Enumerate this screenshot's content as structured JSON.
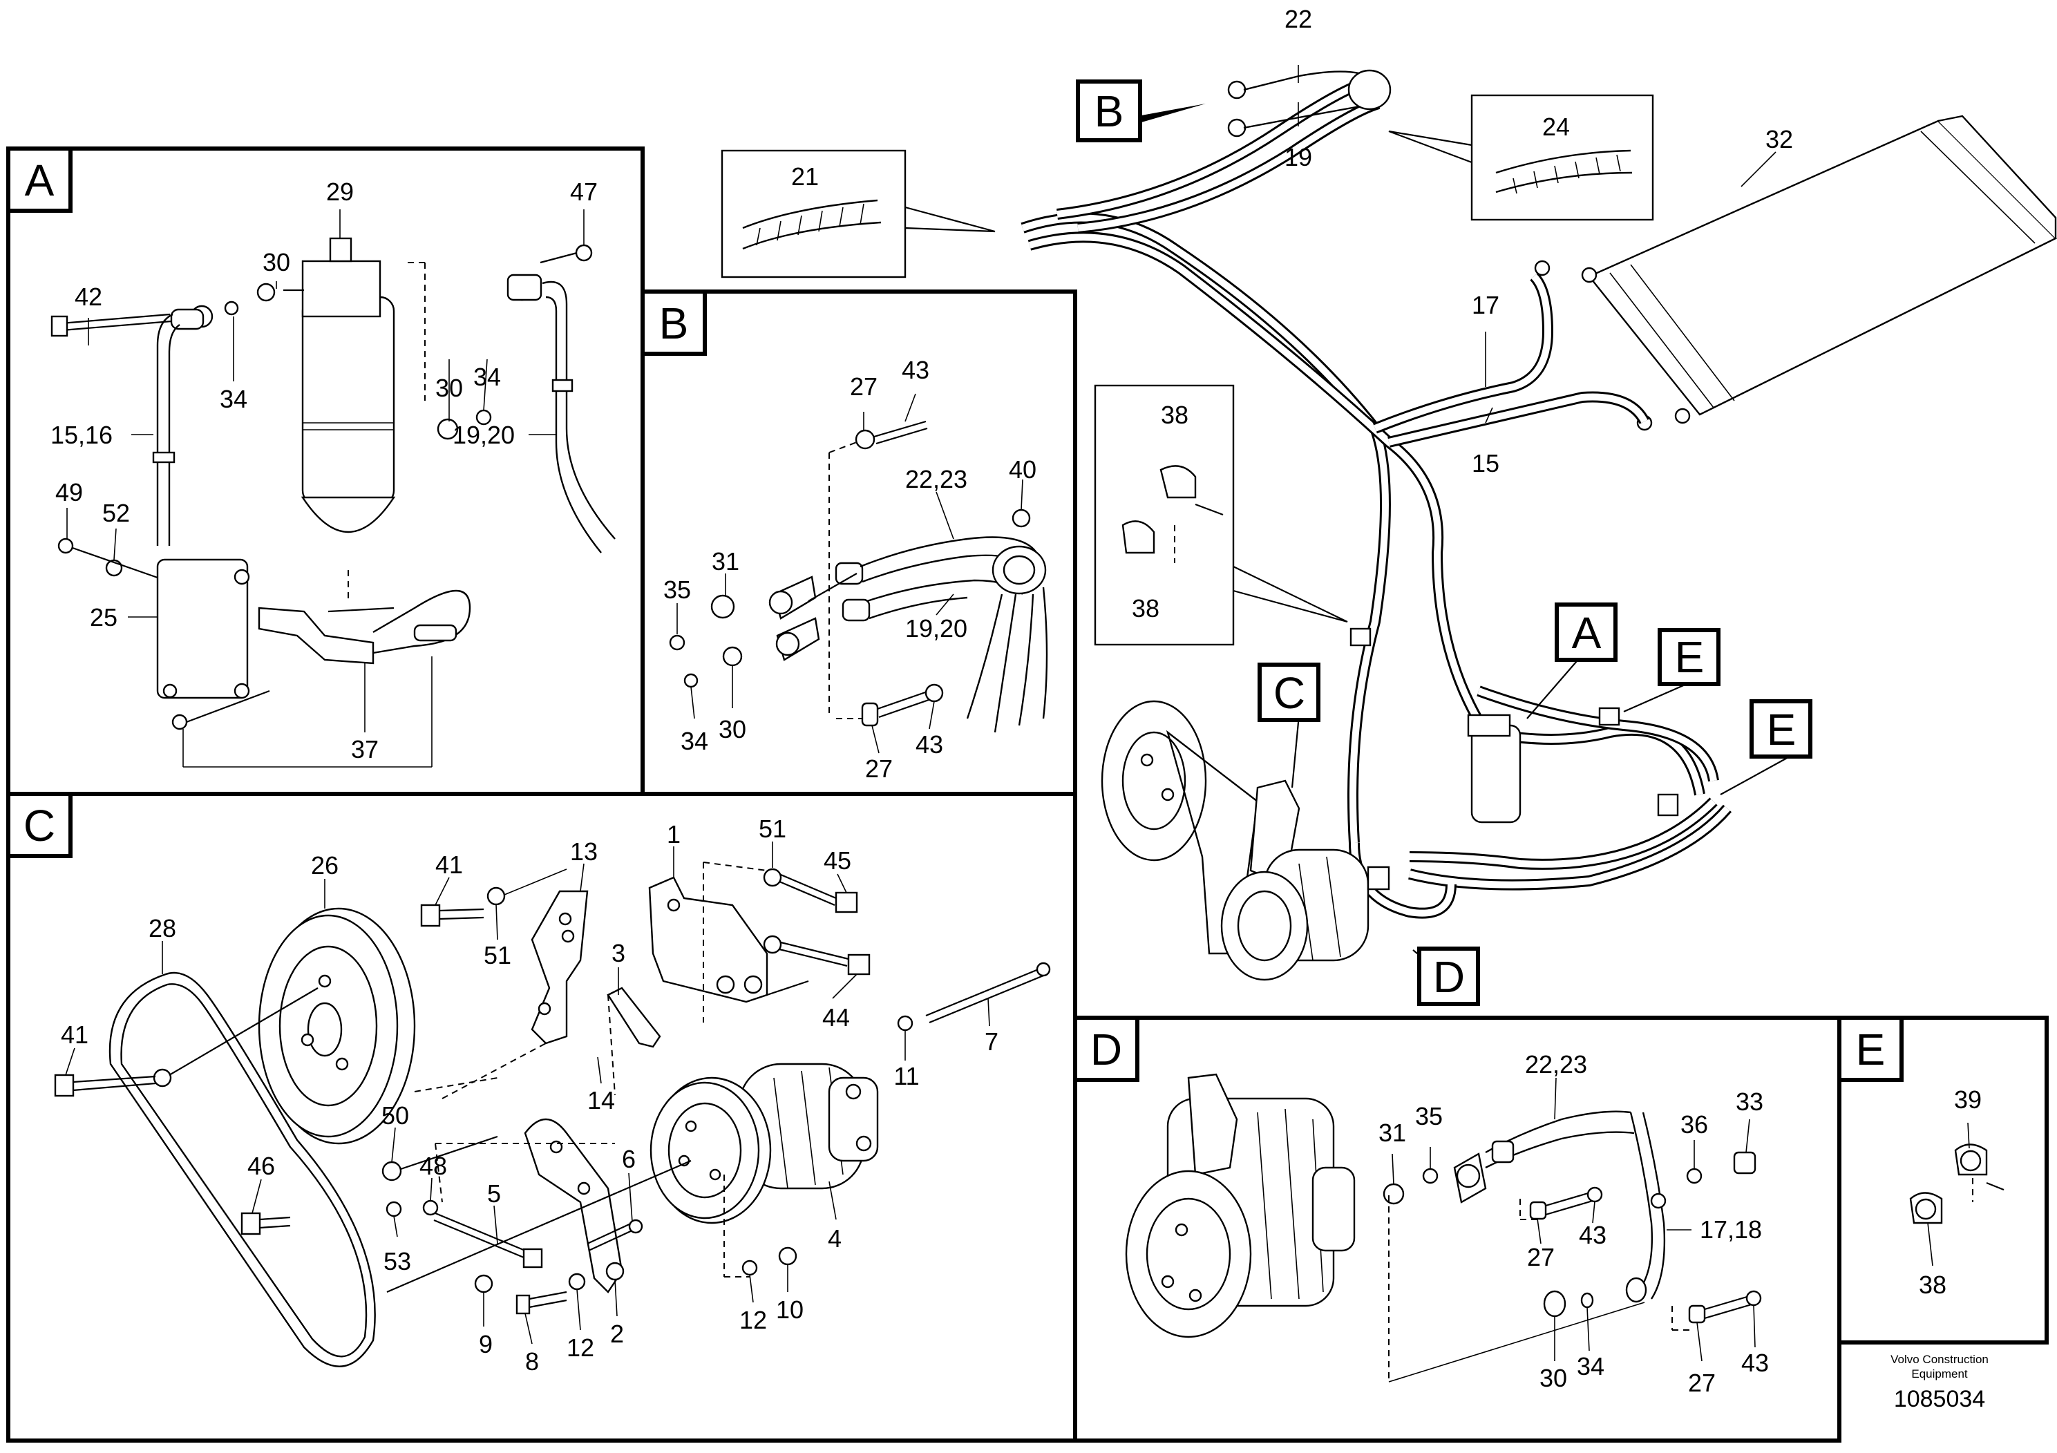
{
  "sections": {
    "A": {
      "letter": "A",
      "labels": [
        "29",
        "30",
        "47",
        "42",
        "34",
        "30",
        "34",
        "15,16",
        "19,20",
        "49",
        "52",
        "25",
        "37"
      ]
    },
    "B": {
      "letter": "B",
      "labels": [
        "27",
        "43",
        "40",
        "22,23",
        "31",
        "35",
        "19,20",
        "34",
        "30",
        "27",
        "43"
      ]
    },
    "C": {
      "letter": "C",
      "labels": [
        "26",
        "41",
        "13",
        "1",
        "51",
        "45",
        "28",
        "51",
        "3",
        "44",
        "41",
        "14",
        "7",
        "11",
        "50",
        "48",
        "46",
        "6",
        "5",
        "53",
        "4",
        "9",
        "8",
        "12",
        "2",
        "12",
        "10"
      ]
    },
    "D": {
      "letter": "D",
      "labels": [
        "22,23",
        "31",
        "35",
        "36",
        "33",
        "27",
        "43",
        "17,18",
        "30",
        "34",
        "27",
        "43"
      ]
    },
    "E": {
      "letter": "E",
      "labels": [
        "39",
        "38"
      ]
    }
  },
  "overview": {
    "labels": [
      "22",
      "19",
      "24",
      "21",
      "32",
      "17",
      "15",
      "38",
      "38"
    ],
    "callouts": [
      "B",
      "A",
      "E",
      "E",
      "C",
      "D"
    ]
  },
  "footer": {
    "brand_line1": "Volvo Construction",
    "brand_line2": "Equipment",
    "drawing_id": "1085034"
  }
}
